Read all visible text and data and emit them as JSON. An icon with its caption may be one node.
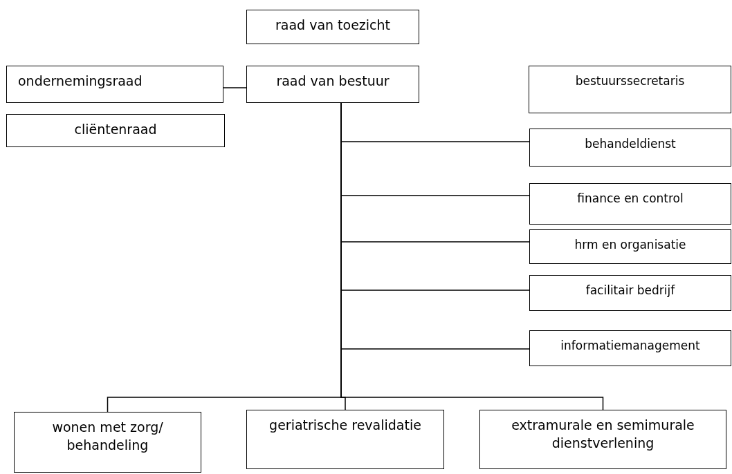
{
  "diagram": {
    "nodes": [
      {
        "text": [
          "raad van toezicht"
        ]
      },
      {
        "text": [
          "ondernemingsraad"
        ]
      },
      {
        "text": [
          "raad van bestuur"
        ]
      },
      {
        "text": [
          "bestuurssecretaris"
        ]
      },
      {
        "text": [
          "cliëntenraad"
        ]
      },
      {
        "text": [
          "behandeldienst"
        ]
      },
      {
        "text": [
          "finance en control"
        ]
      },
      {
        "text": [
          "hrm en organisatie"
        ]
      },
      {
        "text": [
          "facilitair bedrijf"
        ]
      },
      {
        "text": [
          "informatiemanagement"
        ]
      },
      {
        "text": [
          "wonen met zorg/ behandeling"
        ]
      },
      {
        "text": [
          "geriatrische revalidatie"
        ]
      },
      {
        "text": [
          "extramurale en semimurale dienstverlening"
        ]
      }
    ],
    "edges": [
      {
        "from": 1,
        "to": 2,
        "arrow": "none"
      },
      {
        "from": 2,
        "to": 5,
        "arrow": "none"
      },
      {
        "from": 2,
        "to": 6,
        "arrow": "none"
      },
      {
        "from": 2,
        "to": 7,
        "arrow": "none"
      },
      {
        "from": 2,
        "to": 8,
        "arrow": "none"
      },
      {
        "from": 2,
        "to": 9,
        "arrow": "none"
      },
      {
        "from": 2,
        "to": 10,
        "arrow": "none"
      },
      {
        "from": 2,
        "to": 11,
        "arrow": "none"
      },
      {
        "from": 2,
        "to": 12,
        "arrow": "none"
      }
    ]
  }
}
